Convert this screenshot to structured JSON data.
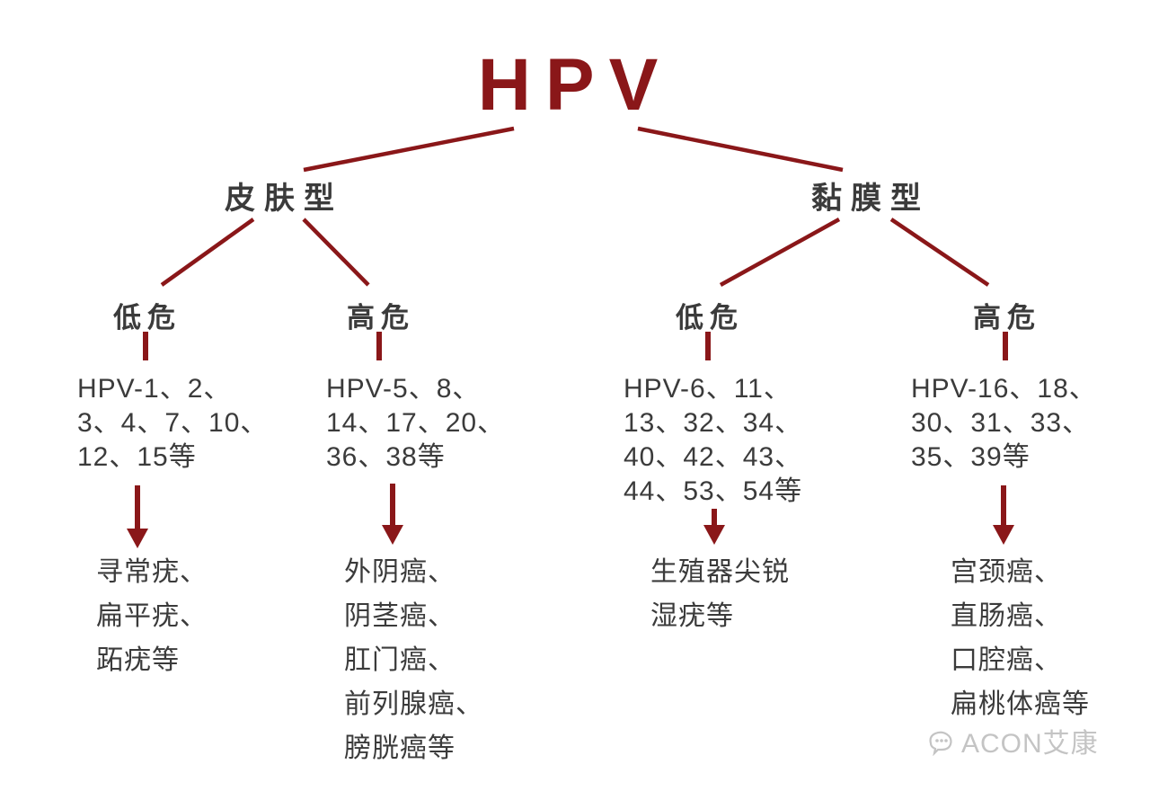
{
  "title": "HPV",
  "branches": [
    {
      "label": "皮肤型"
    },
    {
      "label": "黏膜型"
    }
  ],
  "groups": [
    {
      "risk": "低危",
      "types": "HPV-1、2、\n3、4、7、10、\n12、15等",
      "outcomes": "寻常疣、\n扁平疣、\n跖疣等"
    },
    {
      "risk": "高危",
      "types": "HPV-5、8、\n14、17、20、\n36、38等",
      "outcomes": "外阴癌、\n阴茎癌、\n肛门癌、\n前列腺癌、\n膀胱癌等"
    },
    {
      "risk": "低危",
      "types": "HPV-6、11、\n13、32、34、\n40、42、43、\n44、53、54等",
      "outcomes": "生殖器尖锐\n湿疣等"
    },
    {
      "risk": "高危",
      "types": "HPV-16、18、\n30、31、33、\n35、39等",
      "outcomes": "宫颈癌、\n直肠癌、\n口腔癌、\n扁桃体癌等"
    }
  ],
  "watermark": {
    "brand": "ACON艾康"
  },
  "colors": {
    "line": "#8a1719",
    "text": "#3b3b3b",
    "watermark": "#c4c4c4"
  }
}
